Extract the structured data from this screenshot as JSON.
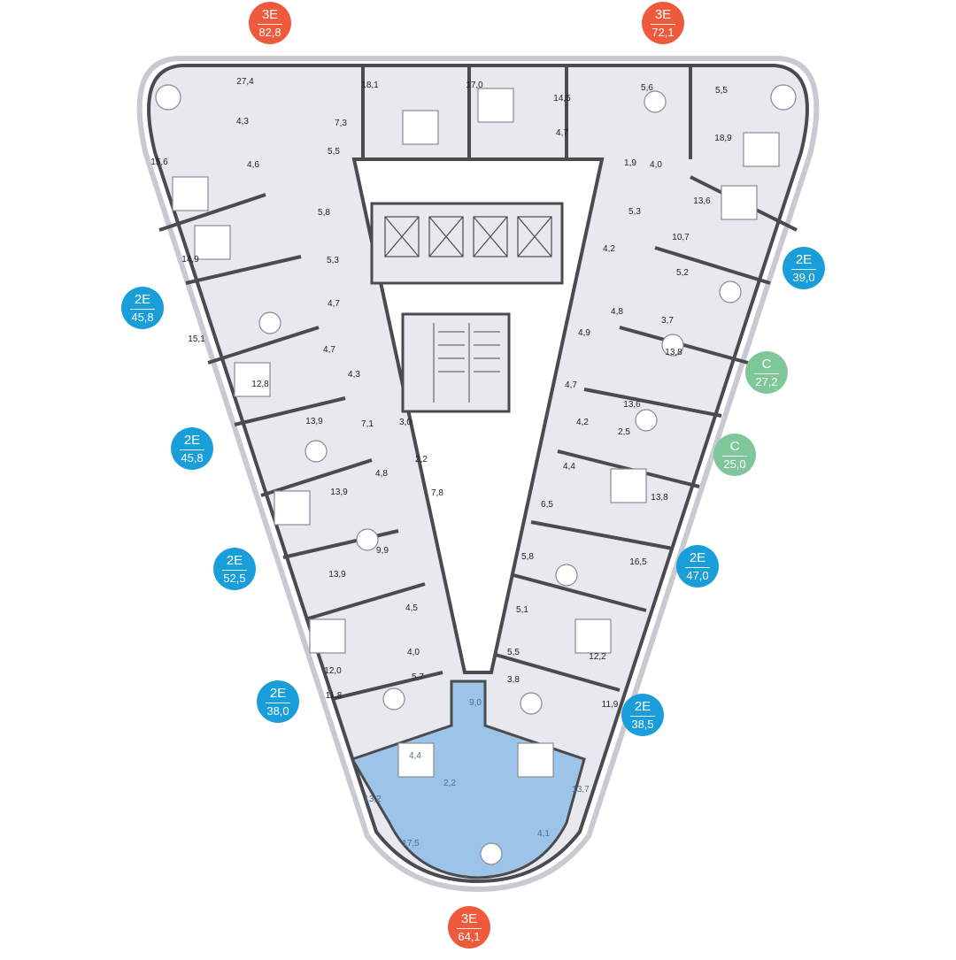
{
  "colors": {
    "three_room": "#f05a3c",
    "two_room": "#1a9ed9",
    "studio": "#7fc79a",
    "floor": "#e8e9ee",
    "selected": "#9cc4e8",
    "wall": "#4a4a4f"
  },
  "badges": [
    {
      "type": "3E",
      "area": "82,8",
      "kind": "three_room"
    },
    {
      "type": "3E",
      "area": "72,1",
      "kind": "three_room"
    },
    {
      "type": "2E",
      "area": "39,0",
      "kind": "two_room"
    },
    {
      "type": "2E",
      "area": "45,8",
      "kind": "two_room"
    },
    {
      "type": "C",
      "area": "27,2",
      "kind": "studio"
    },
    {
      "type": "2E",
      "area": "45,8",
      "kind": "two_room"
    },
    {
      "type": "C",
      "area": "25,0",
      "kind": "studio"
    },
    {
      "type": "2E",
      "area": "52,5",
      "kind": "two_room"
    },
    {
      "type": "2E",
      "area": "47,0",
      "kind": "two_room"
    },
    {
      "type": "2E",
      "area": "38,0",
      "kind": "two_room"
    },
    {
      "type": "2E",
      "area": "38,5",
      "kind": "two_room"
    },
    {
      "type": "3E",
      "area": "64,1",
      "kind": "three_room"
    }
  ],
  "rooms": [
    "27,4",
    "4,3",
    "7,3",
    "18,1",
    "17,0",
    "14,5",
    "5,6",
    "5,5",
    "4,7",
    "5,5",
    "4,6",
    "15,6",
    "18,9",
    "1,9",
    "4,0",
    "5,8",
    "13,6",
    "14,9",
    "5,3",
    "5,3",
    "10,7",
    "4,2",
    "5,2",
    "4,7",
    "15,1",
    "4,8",
    "3,7",
    "4,7",
    "12,8",
    "4,9",
    "13,8",
    "4,3",
    "13,9",
    "7,1",
    "3,0",
    "4,7",
    "13,6",
    "4,2",
    "2,5",
    "2,2",
    "4,8",
    "4,4",
    "13,9",
    "7,8",
    "6,5",
    "13,8",
    "9,9",
    "5,8",
    "16,5",
    "13,9",
    "4,5",
    "5,1",
    "4,0",
    "5,5",
    "12,2",
    "12,0",
    "5,7",
    "3,8",
    "11,8",
    "9,0",
    "11,9",
    "4,4",
    "2,2",
    "13,2",
    "13,7",
    "4,1",
    "17,5"
  ]
}
